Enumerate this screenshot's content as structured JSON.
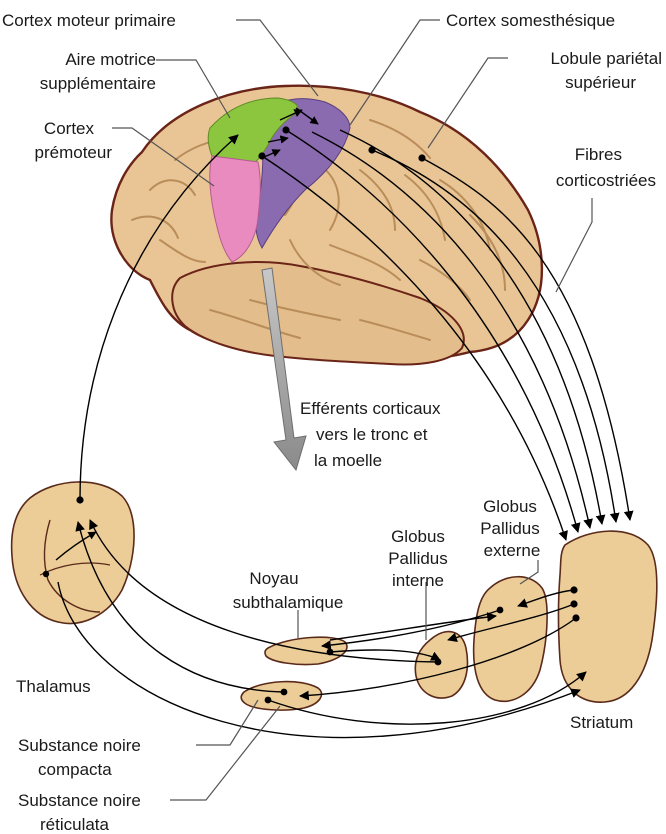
{
  "labels": {
    "cortex_moteur_primaire": "Cortex moteur primaire",
    "cortex_somesthesique": "Cortex somesthésique",
    "aire_motrice_1": "Aire motrice",
    "aire_motrice_2": "supplémentaire",
    "lobule_1": "Lobule pariétal",
    "lobule_2": "supérieur",
    "cortex_premoteur_1": "Cortex",
    "cortex_premoteur_2": "prémoteur",
    "fibres_1": "Fibres",
    "fibres_2": "corticostriées",
    "efferents_1": "Efférents corticaux",
    "efferents_2": "vers le tronc et",
    "efferents_3": "la moelle",
    "globus_externe_1": "Globus",
    "globus_externe_2": "Pallidus",
    "globus_externe_3": "externe",
    "globus_interne_1": "Globus",
    "globus_interne_2": "Pallidus",
    "globus_interne_3": "interne",
    "noyau_1": "Noyau",
    "noyau_2": "subthalamique",
    "thalamus": "Thalamus",
    "striatum": "Striatum",
    "snc_1": "Substance noire",
    "snc_2": "compacta",
    "snr_1": "Substance noire",
    "snr_2": "réticulata"
  },
  "colors": {
    "brain_fill": "#e9c595",
    "brain_outline": "#6b2418",
    "motor_cortex": "#8a6bb0",
    "supplementary_motor": "#8cc63f",
    "premotor": "#e98bbf",
    "nucleus_fill": "#eccd98",
    "efferent_arrow": "#9a9a9a"
  }
}
